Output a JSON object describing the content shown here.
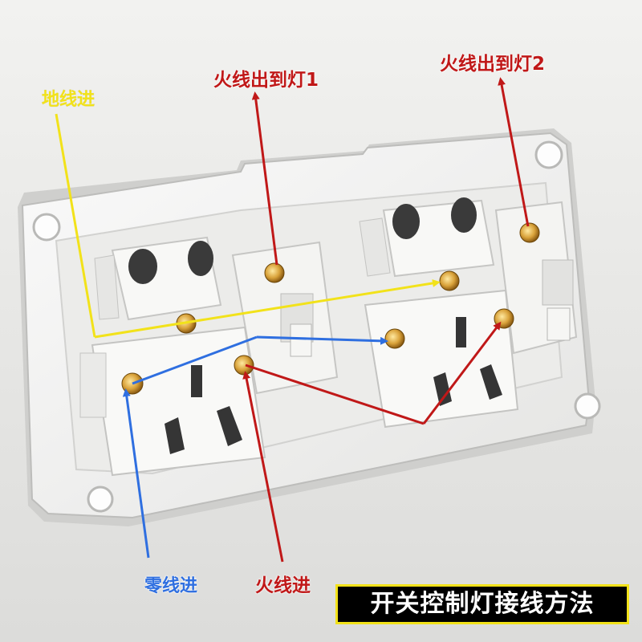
{
  "labels": {
    "ground_in": "地线进",
    "live_out_light_1": "火线出到灯1",
    "live_out_light_2": "火线出到灯2",
    "neutral_in": "零线进",
    "live_in": "火线进"
  },
  "banner": {
    "title": "开关控制灯接线方法"
  },
  "colors": {
    "ground_wire": "#f2e21a",
    "live_wire": "#c01818",
    "neutral_wire": "#2f6fe0",
    "banner_background": "#000000",
    "banner_border": "#f2e21a",
    "banner_text": "#ffffff"
  }
}
